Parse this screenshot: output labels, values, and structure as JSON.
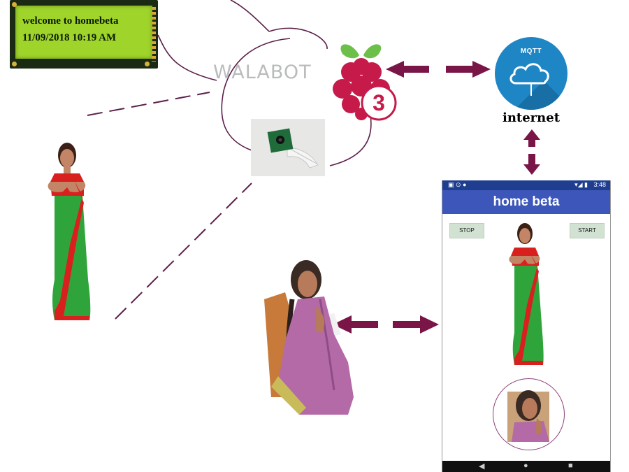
{
  "lcd": {
    "line1": "welcome to homebeta",
    "line2": "11/09/2018 10:19 AM"
  },
  "walabot": {
    "logo_text": "WALABOT"
  },
  "raspberry_pi": {
    "badge": "3"
  },
  "mqtt": {
    "label": "MQTT",
    "caption": "internet"
  },
  "phone": {
    "status_time": "3:48",
    "app_title": "home beta",
    "stop_label": "STOP",
    "start_label": "START"
  },
  "colors": {
    "arrow": "#7a1548",
    "connector": "#5b1f4a",
    "app_bar": "#3c57b9",
    "status_bar": "#1f3e8f",
    "mqtt_blue": "#1f86c6",
    "lcd_screen": "#9fd42a",
    "raspberry_red": "#c51a4a",
    "raspberry_green": "#6cc04a"
  },
  "icons": [
    "raspberry-pi-icon",
    "cloud-icon",
    "camera-module-icon",
    "woman-namaste-icon",
    "seated-woman-icon",
    "arrow-icon"
  ]
}
